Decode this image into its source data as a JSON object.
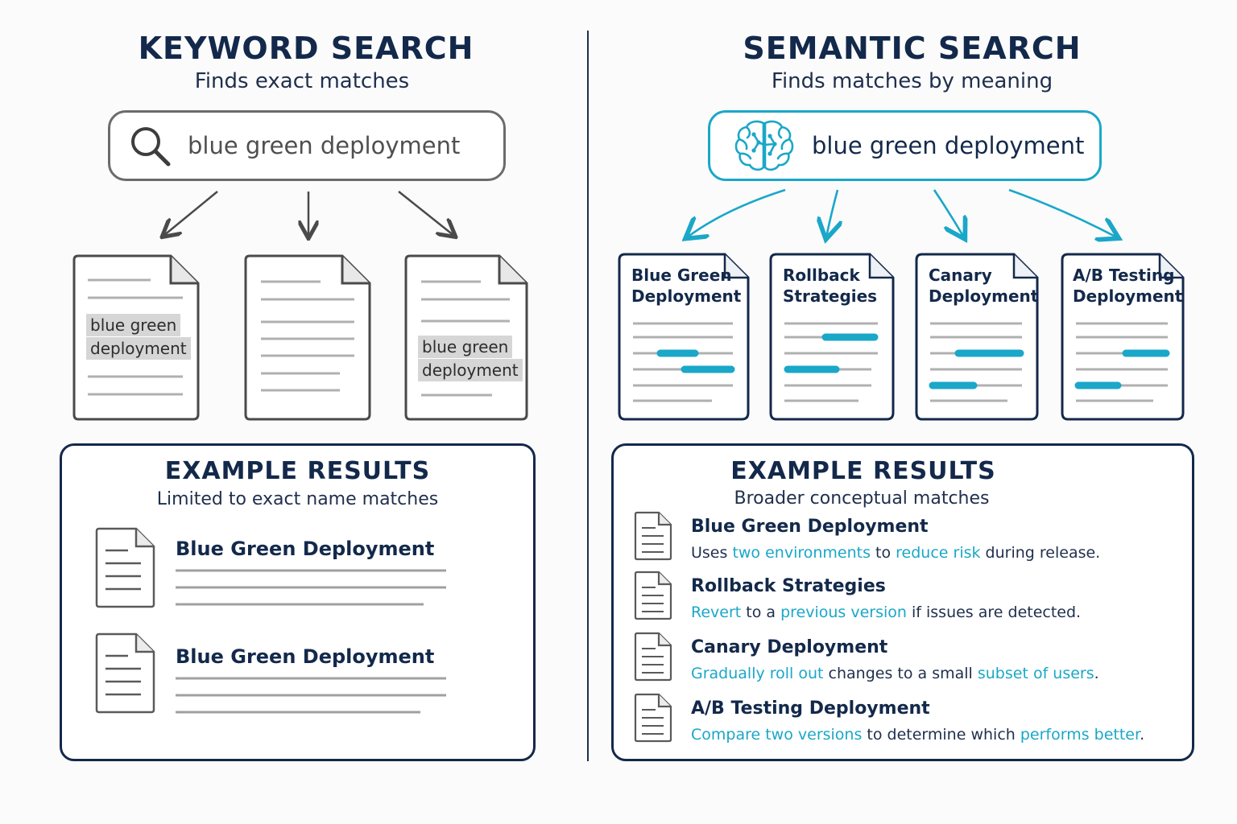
{
  "keyword": {
    "title": "KEYWORD SEARCH",
    "subtitle": "Finds exact matches",
    "search": {
      "icon": "search-icon",
      "query": "blue green deployment"
    },
    "docs": [
      {
        "highlight": [
          "blue green",
          "deployment"
        ]
      },
      {
        "highlight": []
      },
      {
        "highlight": [
          "blue green",
          "deployment"
        ]
      }
    ],
    "results": {
      "title": "EXAMPLE RESULTS",
      "subtitle": "Limited to exact name matches",
      "items": [
        "Blue Green Deployment",
        "Blue Green Deployment"
      ]
    }
  },
  "semantic": {
    "title": "SEMANTIC SEARCH",
    "subtitle": "Finds matches by meaning",
    "search": {
      "icon": "brain-icon",
      "query": "blue green deployment"
    },
    "docs": [
      {
        "title": [
          "Blue Green",
          "Deployment"
        ]
      },
      {
        "title": [
          "Rollback",
          "Strategies"
        ]
      },
      {
        "title": [
          "Canary",
          "Deployment"
        ]
      },
      {
        "title": [
          "A/B Testing",
          "Deployment"
        ]
      }
    ],
    "results": {
      "title": "EXAMPLE RESULTS",
      "subtitle": "Broader conceptual matches",
      "items": [
        {
          "title": "Blue Green Deployment",
          "desc": [
            {
              "t": "Uses ",
              "k": false
            },
            {
              "t": "two environments",
              "k": true
            },
            {
              "t": " to ",
              "k": false
            },
            {
              "t": "reduce risk",
              "k": true
            },
            {
              "t": " during release.",
              "k": false
            }
          ]
        },
        {
          "title": "Rollback Strategies",
          "desc": [
            {
              "t": "Revert",
              "k": true
            },
            {
              "t": " to a ",
              "k": false
            },
            {
              "t": "previous version",
              "k": true
            },
            {
              "t": " if issues are detected.",
              "k": false
            }
          ]
        },
        {
          "title": "Canary Deployment",
          "desc": [
            {
              "t": "Gradually roll out",
              "k": true
            },
            {
              "t": " changes to a small ",
              "k": false
            },
            {
              "t": "subset of users",
              "k": true
            },
            {
              "t": ".",
              "k": false
            }
          ]
        },
        {
          "title": "A/B Testing Deployment",
          "desc": [
            {
              "t": "Compare two versions",
              "k": true
            },
            {
              "t": " to determine which ",
              "k": false
            },
            {
              "t": "performs better",
              "k": true
            },
            {
              "t": ".",
              "k": false
            }
          ]
        }
      ]
    }
  },
  "colors": {
    "navy": "#13294b",
    "cyan": "#1aa7c8",
    "gray": "#6b6b6b",
    "highlight": "#d6d6d6"
  }
}
